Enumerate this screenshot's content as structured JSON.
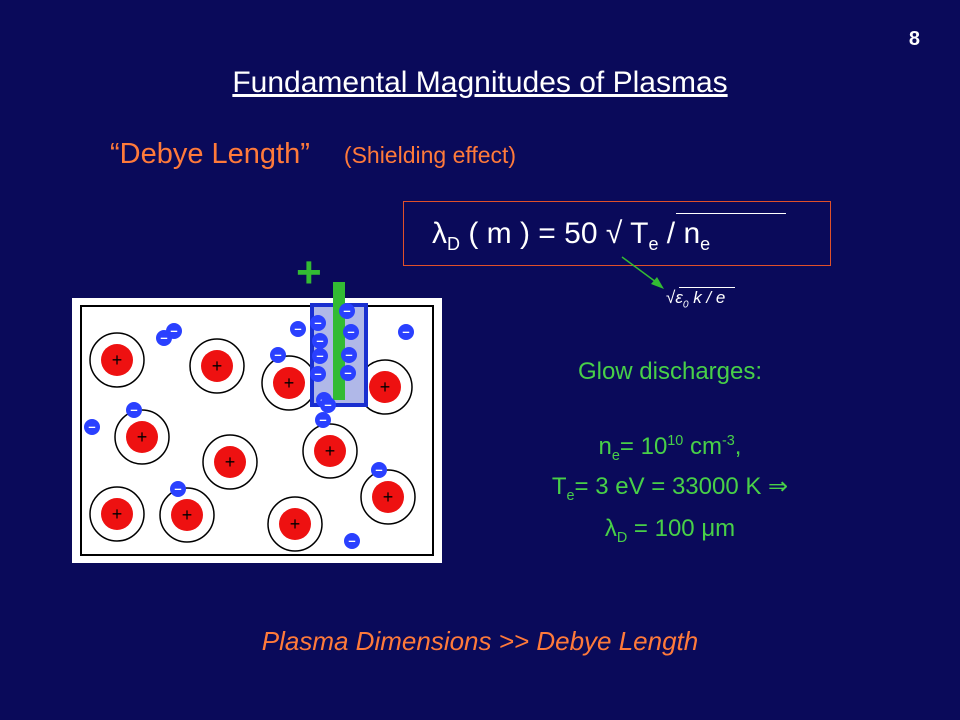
{
  "slide_number": "8",
  "title": "Fundamental Magnitudes of Plasmas",
  "subtitle": {
    "main": "“Debye Length”",
    "note": "(Shielding effect)"
  },
  "formula": {
    "lambda": "λ",
    "lambda_sub": "D",
    "middle": " ( m ) = 50 √ T",
    "te_sub": "e",
    "div": " / n",
    "ne_sub": "e"
  },
  "sqrt_note": {
    "prefix": "√ε",
    "sub": "0",
    "rest": " k / e"
  },
  "glow": {
    "title": "Glow discharges:",
    "ne_prefix": "n",
    "ne_sub": "e",
    "ne_mid": "= 10",
    "ne_exp": "10",
    "ne_unit": " cm",
    "ne_unit_exp": "-3",
    "ne_end": ",",
    "te_prefix": "T",
    "te_sub": "e",
    "te_rest": "= 3 eV = 33000 K ⇒",
    "lambda": "λ",
    "lambda_sub": "D",
    "lambda_rest": " = 100 μm"
  },
  "diagram": {
    "positive_label": "+",
    "ion_sign": "+",
    "electron_sign": "–"
  },
  "conclusion": "Plasma Dimensions  >> Debye Length",
  "colors": {
    "background": "#0a0a5a",
    "accent_orange": "#ff7a3a",
    "accent_green": "#48d048",
    "ion_red": "#ee1111",
    "electron_blue": "#2a40ff",
    "electrode_green": "#33bb33"
  }
}
